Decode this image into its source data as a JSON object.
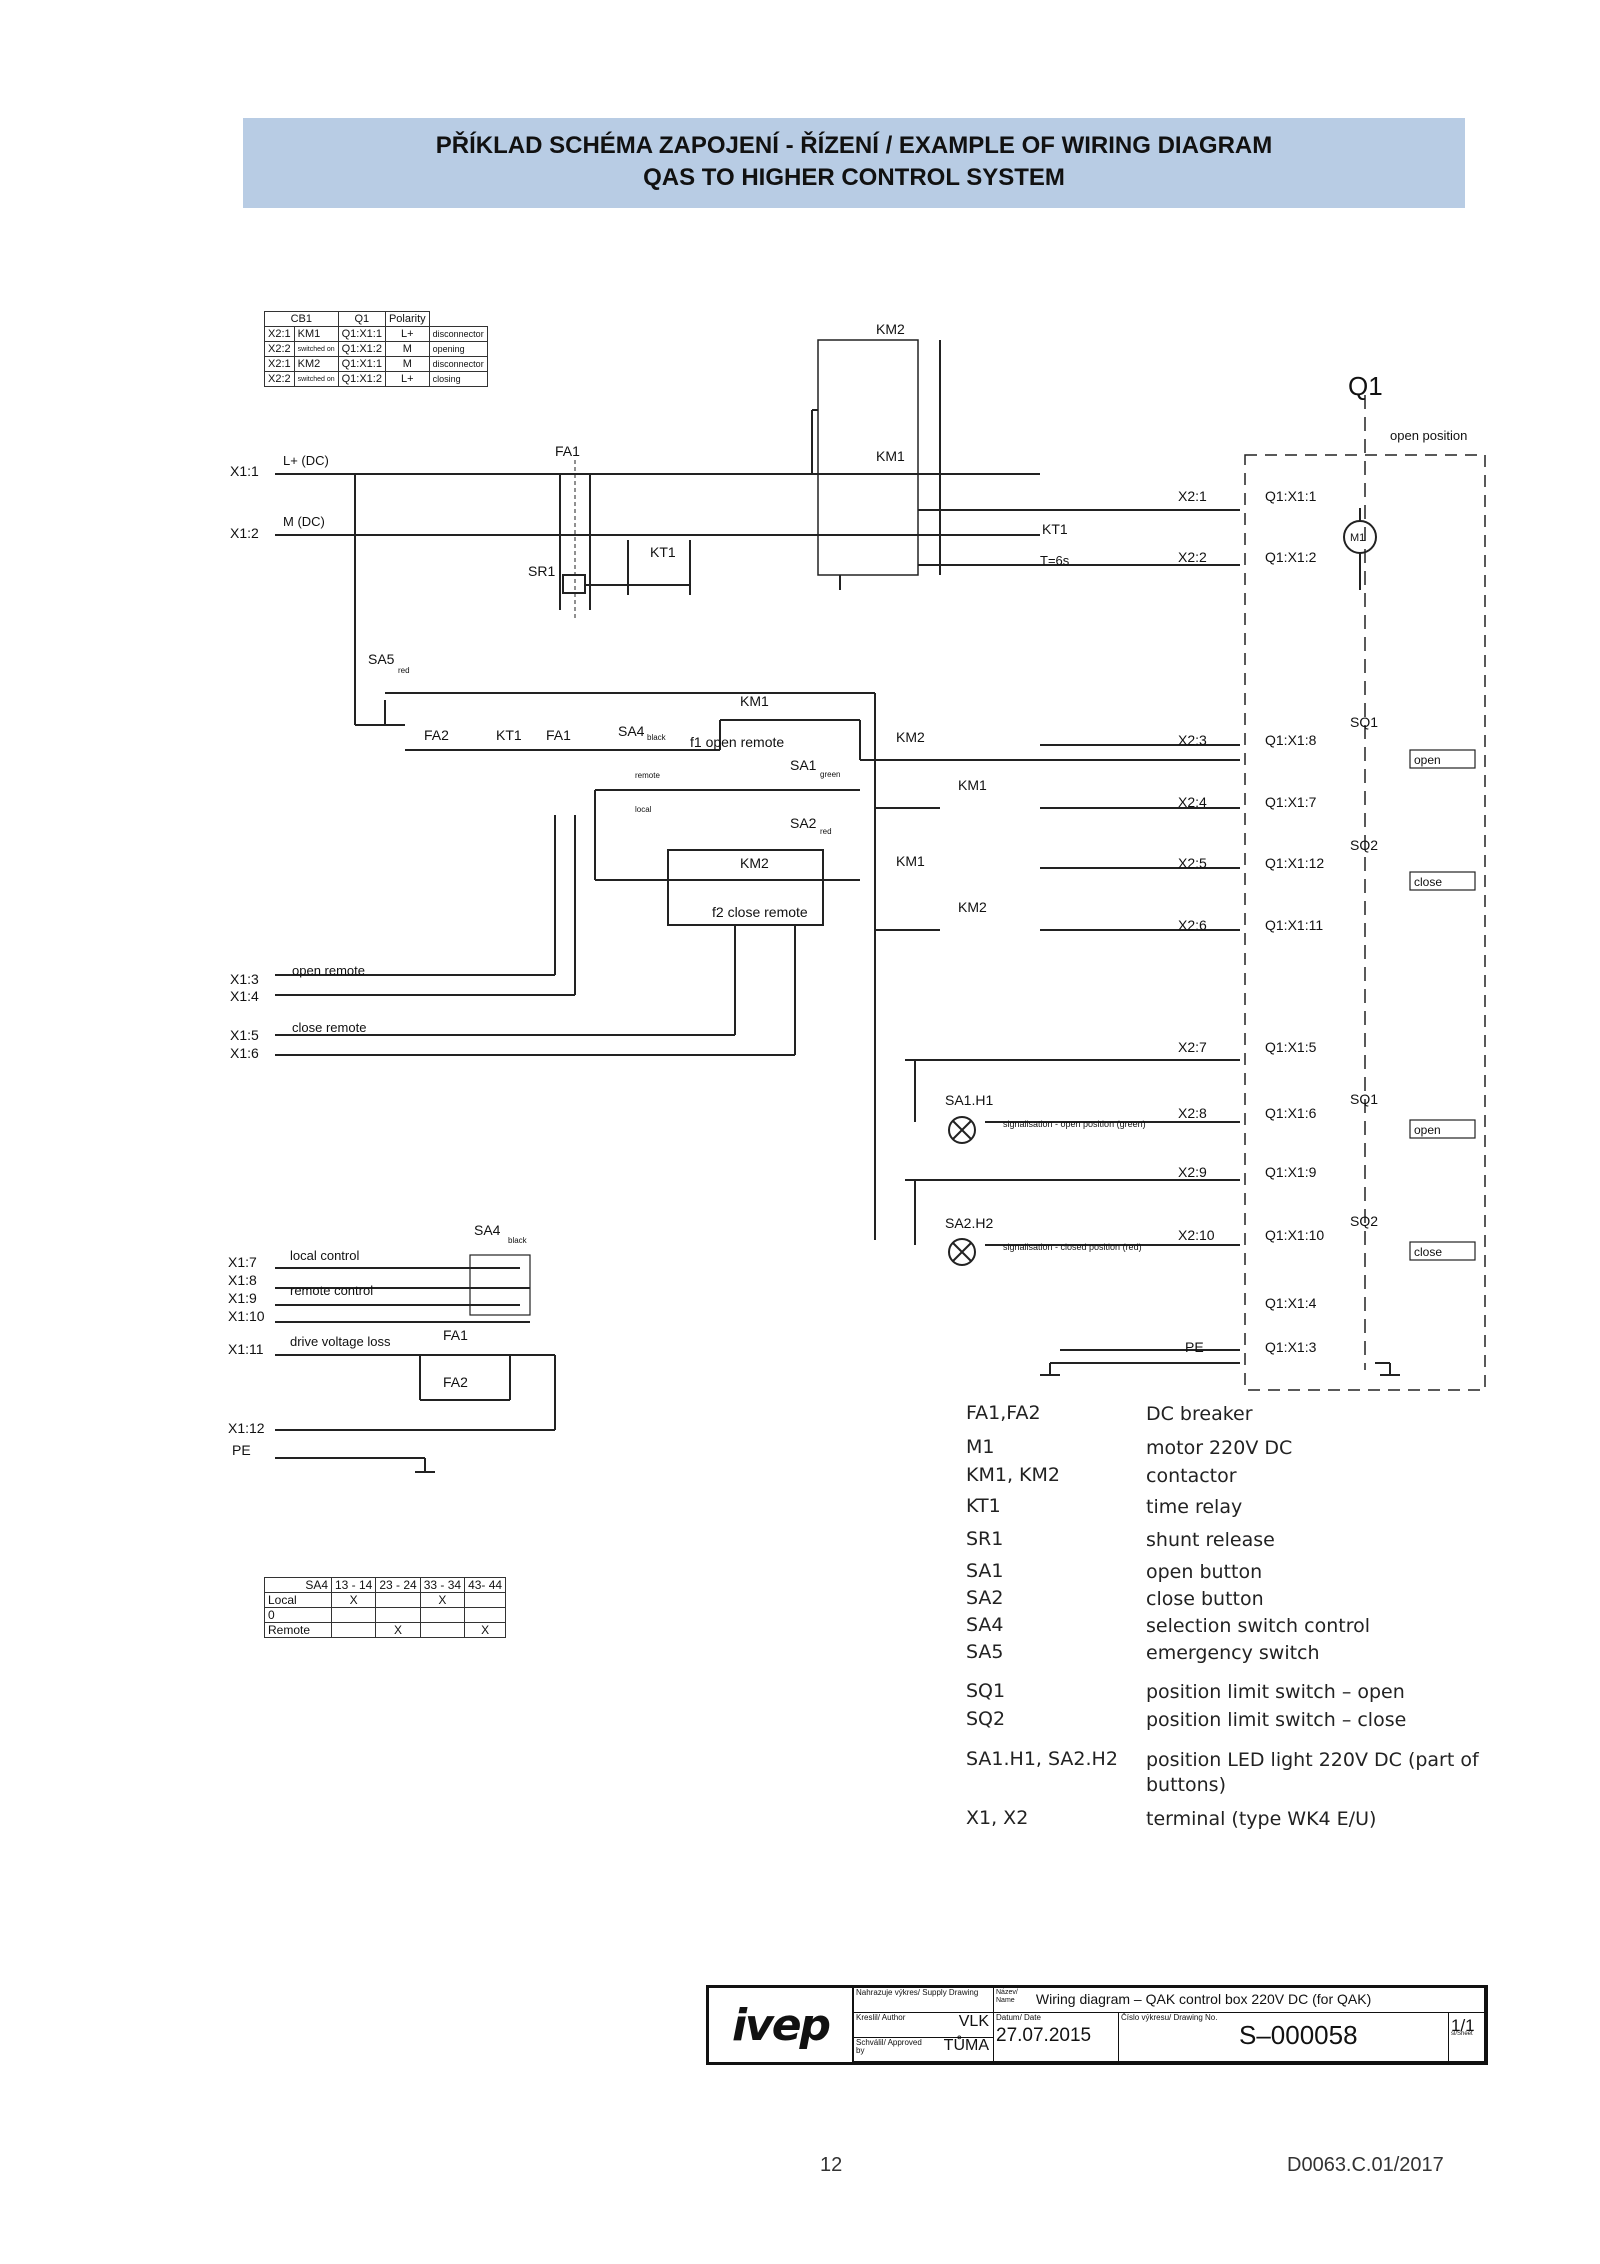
{
  "header": {
    "title_line1": "PŘÍKLAD SCHÉMA ZAPOJENÍ - ŘÍZENÍ / EXAMPLE OF WIRING DIAGRAM",
    "title_line2": "QAS TO HIGHER CONTROL SYSTEM"
  },
  "top_table": {
    "headers": [
      "CB1",
      "Q1",
      "Polarity"
    ],
    "rows": [
      [
        "X2:1",
        "KM1",
        "Q1:X1:1",
        "L+",
        "disconnector"
      ],
      [
        "X2:2",
        "switched on",
        "Q1:X1:2",
        "M",
        "opening"
      ],
      [
        "X2:1",
        "KM2",
        "Q1:X1:1",
        "M",
        "disconnector"
      ],
      [
        "X2:2",
        "switched on",
        "Q1:X1:2",
        "L+",
        "closing"
      ]
    ]
  },
  "labels": {
    "q1": "Q1",
    "open_position": "open position",
    "x1_1": "X1:1",
    "x1_2": "X1:2",
    "l_dc": "L+ (DC)",
    "m_dc": "M (DC)",
    "fa1": "FA1",
    "fa2": "FA2",
    "kt1": "KT1",
    "sr1": "SR1",
    "sa5": "SA5",
    "red": "red",
    "km1": "KM1",
    "km2": "KM2",
    "sa4": "SA4",
    "black": "black",
    "sa1": "SA1",
    "green": "green",
    "sa2": "SA2",
    "f1_open_remote": "f1 open remote",
    "f2_close_remote": "f2 close remote",
    "remote": "remote",
    "local": "local",
    "kt1_time": "T=6s",
    "m1": "M1",
    "x2_1": "X2:1",
    "x2_2": "X2:2",
    "x2_3": "X2:3",
    "x2_4": "X2:4",
    "x2_5": "X2:5",
    "x2_6": "X2:6",
    "x2_7": "X2:7",
    "x2_8": "X2:8",
    "x2_9": "X2:9",
    "x2_10": "X2:10",
    "q1_x1_1": "Q1:X1:1",
    "q1_x1_2": "Q1:X1:2",
    "q1_x1_8": "Q1:X1:8",
    "q1_x1_7": "Q1:X1:7",
    "q1_x1_12": "Q1:X1:12",
    "q1_x1_11": "Q1:X1:11",
    "q1_x1_5": "Q1:X1:5",
    "q1_x1_6": "Q1:X1:6",
    "q1_x1_9": "Q1:X1:9",
    "q1_x1_10": "Q1:X1:10",
    "q1_x1_4": "Q1:X1:4",
    "q1_x1_3": "Q1:X1:3",
    "sq1": "SQ1",
    "sq2": "SQ2",
    "open": "open",
    "close": "close",
    "pe": "PE",
    "x1_3": "X1:3",
    "x1_4": "X1:4",
    "open_remote": "open remote",
    "x1_5": "X1:5",
    "x1_6": "X1:6",
    "close_remote": "close remote",
    "sa1_h1": "SA1.H1",
    "sa2_h2": "SA2.H2",
    "sig_open": "signalisation - open position (green)",
    "sig_closed": "signalisation - closed position (red)",
    "x1_7": "X1:7",
    "x1_8": "X1:8",
    "x1_9": "X1:9",
    "x1_10": "X1:10",
    "x1_11": "X1:11",
    "x1_12": "X1:12",
    "local_control": "local control",
    "remote_control": "remote control",
    "drive_voltage_loss": "drive voltage loss"
  },
  "sa4_table": {
    "headers": [
      "SA4",
      "13 - 14",
      "23 - 24",
      "33 - 34",
      "43- 44"
    ],
    "rows": [
      [
        "Local",
        "X",
        "",
        "X",
        ""
      ],
      [
        "0",
        "",
        "",
        "",
        ""
      ],
      [
        "Remote",
        "",
        "X",
        "",
        "X"
      ]
    ]
  },
  "legend": [
    {
      "key": "FA1,FA2",
      "value": "DC breaker"
    },
    {
      "key": "M1",
      "value": "motor 220V DC"
    },
    {
      "key": "KM1, KM2",
      "value": "contactor"
    },
    {
      "key": "KT1",
      "value": "time relay"
    },
    {
      "key": "SR1",
      "value": "shunt release"
    },
    {
      "key": "SA1",
      "value": "open button"
    },
    {
      "key": "SA2",
      "value": "close button"
    },
    {
      "key": "SA4",
      "value": "selection switch control"
    },
    {
      "key": "SA5",
      "value": "emergency switch"
    },
    {
      "key": "SQ1",
      "value": "position limit switch – open"
    },
    {
      "key": "SQ2",
      "value": "position limit switch – close"
    },
    {
      "key": "SA1.H1, SA2.H2",
      "value": "position LED light 220V DC (part of buttons)"
    },
    {
      "key": "X1, X2",
      "value": "terminal (type WK4 E/U)"
    }
  ],
  "title_block": {
    "logo": "ivep",
    "supply_drawing_label": "Nahrazuje výkres/ Supply Drawing",
    "name_label": "Název/ Name",
    "name_value": "Wiring diagram – QAK control box 220V DC (for QAK)",
    "author_label": "Kreslil/ Author",
    "author_value": "VLK",
    "date_label": "Datum/ Date",
    "date_value": "27.07.2015",
    "drawing_no_label": "Číslo výkresu/ Drawing No.",
    "drawing_no_value": "S–000058",
    "approved_label": "Schválil/ Approved by",
    "approved_value": "TŮMA",
    "sheet_value": "1/1",
    "sheet_label": "sl/Sheet"
  },
  "footer": {
    "page_number": "12",
    "doc_code": "D0063.C.01/2017"
  }
}
